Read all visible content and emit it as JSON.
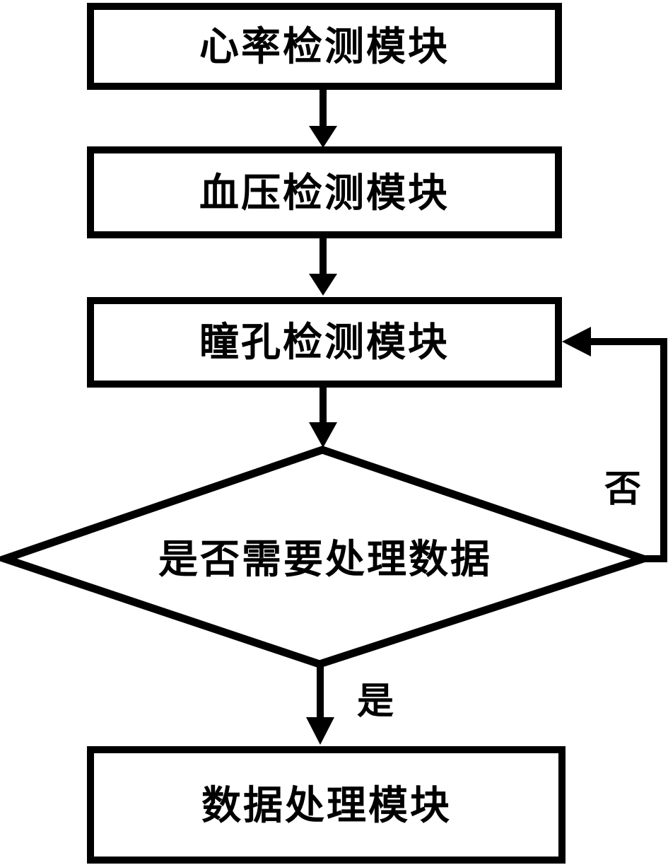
{
  "diagram": {
    "type": "flowchart",
    "background_color": "#ffffff",
    "stroke_color": "#000000",
    "fill_color": "#ffffff",
    "nodes": [
      {
        "id": "heart-rate-module",
        "shape": "rectangle",
        "label": "心率检测模块"
      },
      {
        "id": "blood-pressure-module",
        "shape": "rectangle",
        "label": "血压检测模块"
      },
      {
        "id": "pupil-module",
        "shape": "rectangle",
        "label": "瞳孔检测模块"
      },
      {
        "id": "need-processing-decision",
        "shape": "diamond",
        "label": "是否需要处理数据"
      },
      {
        "id": "data-processing-module",
        "shape": "rectangle",
        "label": "数据处理模块"
      }
    ],
    "edges": [
      {
        "from": "heart-rate-module",
        "to": "blood-pressure-module",
        "label": ""
      },
      {
        "from": "blood-pressure-module",
        "to": "pupil-module",
        "label": ""
      },
      {
        "from": "pupil-module",
        "to": "need-processing-decision",
        "label": ""
      },
      {
        "from": "need-processing-decision",
        "to": "data-processing-module",
        "label": "是"
      },
      {
        "from": "need-processing-decision",
        "to": "pupil-module",
        "label": "否"
      }
    ]
  }
}
